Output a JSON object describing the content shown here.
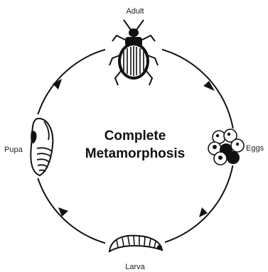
{
  "diagram": {
    "title_lines": [
      "Complete",
      "Metamorphosis"
    ],
    "stages": {
      "adult": "Adult",
      "eggs": "Eggs",
      "larva": "Larva",
      "pupa": "Pupa"
    },
    "colors": {
      "ink": "#111111",
      "paper": "#ffffff"
    }
  }
}
